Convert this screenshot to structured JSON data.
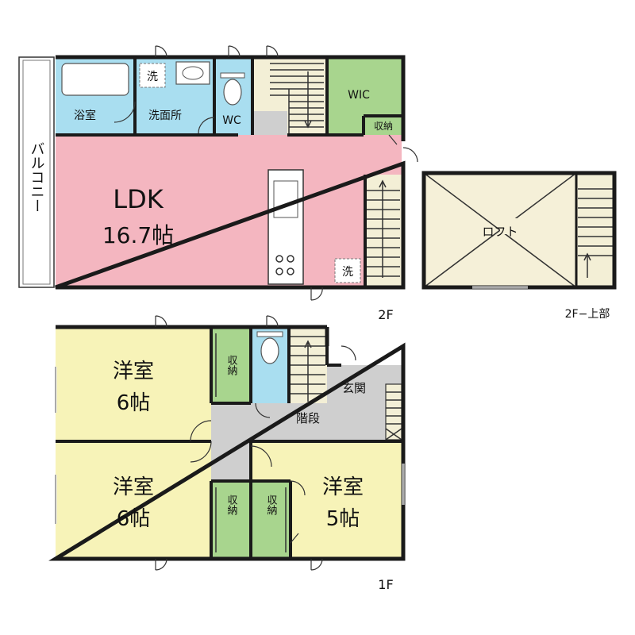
{
  "colors": {
    "ldk": "#f4b6c0",
    "bath": "#a9def0",
    "storage": "#a8d58e",
    "bedroom": "#f7f3b8",
    "hall": "#cfcfcf",
    "stairs": "#f3efd6",
    "loft": "#f5f0d8"
  },
  "labels": {
    "floor_2f": "2F",
    "floor_1f": "1F",
    "floor_2f_upper": "2F−上部",
    "balcony": "バルコニー",
    "bathroom": "浴室",
    "washroom": "洗面所",
    "washer_top": "洗",
    "washer_ldk": "洗",
    "wc": "WC",
    "wic": "WIC",
    "storage_2f": "収納",
    "ldk_name": "LDK",
    "ldk_size": "16.7帖",
    "loft": "ロフト",
    "room1_name": "洋室",
    "room1_size": "6帖",
    "room2_name": "洋室",
    "room2_size": "6帖",
    "room3_name": "洋室",
    "room3_size": "5帖",
    "storage_1f_a": "収納",
    "storage_1f_b": "収納",
    "storage_1f_c": "収納",
    "entrance": "玄関",
    "staircase": "階段"
  }
}
